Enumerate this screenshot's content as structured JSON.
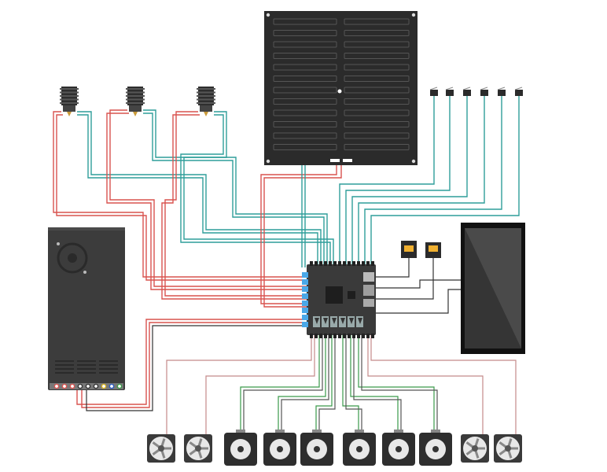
{
  "diagram": {
    "components": {
      "heated_bed": "heated-bed",
      "power_supply": "power-supply",
      "controller_board": "controller-board",
      "display": "touchscreen-display",
      "hotends": 3,
      "endstops": 6,
      "probes": 2,
      "stepper_motors": 6,
      "fans": 4
    },
    "colors": {
      "wire_power": "#d9534f",
      "wire_signal": "#2f9e9a",
      "wire_data": "#333333",
      "board": "#3a3a3a",
      "connector": "#4aa8e8",
      "psu": "#3c3c3c",
      "bed": "#2b2b2b"
    }
  }
}
